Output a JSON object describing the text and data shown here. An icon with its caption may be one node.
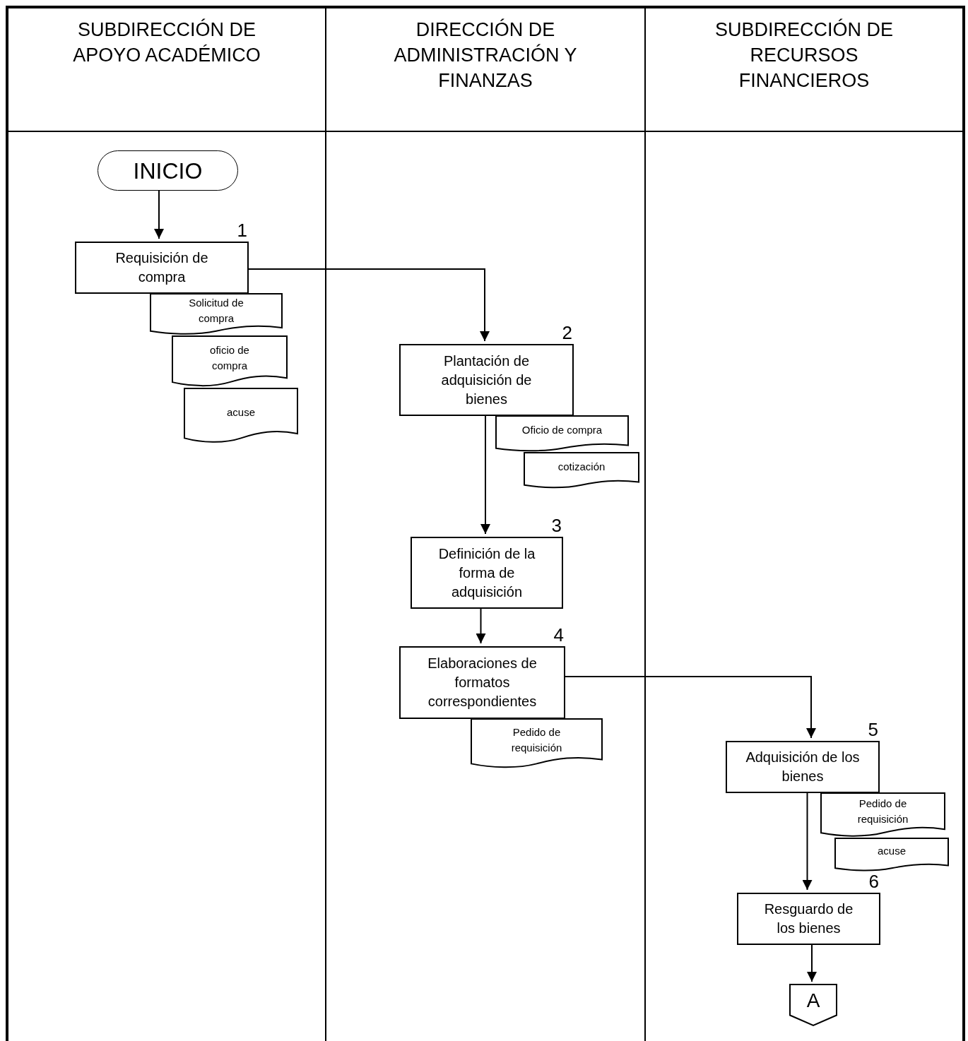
{
  "diagram": {
    "nodes": [
      {
        "text": [
          "SUBDIRECCIÓN DE APOYO ACADÉMICO"
        ]
      },
      {
        "text": [
          "DIRECCIÓN DE ADMINISTRACIÓN Y FINANZAS"
        ]
      },
      {
        "text": [
          "SUBDIRECCIÓN DE RECURSOS FINANCIEROS"
        ]
      },
      {
        "text": [
          "INICIO"
        ],
        "in": 0
      },
      {
        "text": [
          "Requisición de compra"
        ],
        "in": 0,
        "beside": [
          "1"
        ]
      },
      {
        "text": [
          "Solicitud de compra"
        ],
        "in": 0
      },
      {
        "text": [
          "oficio de compra"
        ],
        "in": 0
      },
      {
        "text": [
          "acuse"
        ],
        "in": 0
      },
      {
        "text": [
          "Plantación de adquisición de bienes"
        ],
        "in": 1,
        "beside": [
          "2"
        ]
      },
      {
        "text": [
          "Oficio de compra"
        ],
        "in": 1
      },
      {
        "text": [
          "cotización"
        ],
        "in": 1
      },
      {
        "text": [
          "Definición de la forma de adquisición"
        ],
        "in": 1,
        "beside": [
          "3"
        ]
      },
      {
        "text": [
          "Elaboraciones de formatos correspondientes"
        ],
        "in": 1,
        "beside": [
          "4"
        ]
      },
      {
        "text": [
          "Pedido de requisición"
        ],
        "in": 1
      },
      {
        "text": [
          "Adquisición de los bienes"
        ],
        "in": 2,
        "beside": [
          "5"
        ]
      },
      {
        "text": [
          "Pedido de requisición"
        ],
        "in": 2
      },
      {
        "text": [
          "acuse"
        ],
        "in": 2
      },
      {
        "text": [
          "Resguardo de los bienes"
        ],
        "in": 2,
        "beside": [
          "6"
        ]
      },
      {
        "text": [
          "A"
        ],
        "in": 2
      }
    ],
    "edges": [
      {
        "from": 3,
        "to": 4,
        "arrow": "to"
      },
      {
        "from": 4,
        "to": 8,
        "arrow": "to"
      },
      {
        "from": 8,
        "to": 11,
        "arrow": "to"
      },
      {
        "from": 11,
        "to": 12,
        "arrow": "to"
      },
      {
        "from": 12,
        "to": 14,
        "arrow": "to"
      },
      {
        "from": 14,
        "to": 17,
        "arrow": "to"
      },
      {
        "from": 17,
        "to": 18,
        "arrow": "to"
      }
    ]
  }
}
